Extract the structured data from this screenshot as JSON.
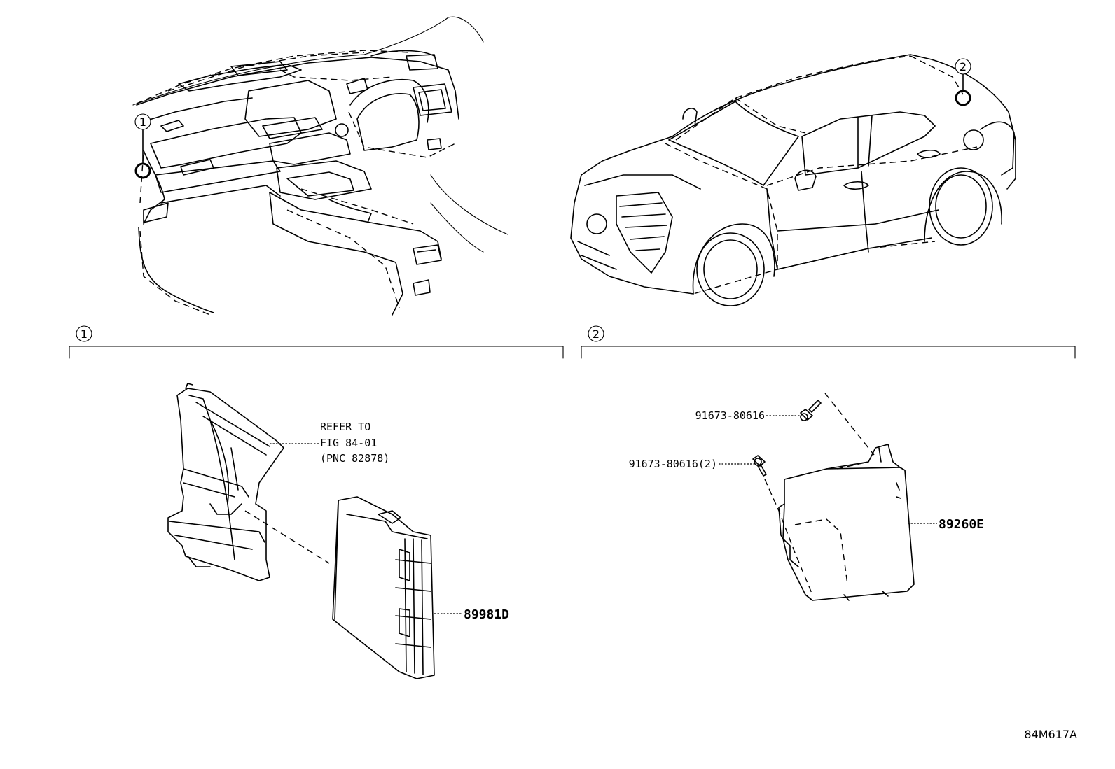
{
  "callouts": {
    "one": "1",
    "two": "2"
  },
  "parts": {
    "bracket_ref_line1": "REFER TO",
    "bracket_ref_line2": "FIG 84-01",
    "bracket_ref_line3": "(PNC 82878)",
    "module_left": "89981D",
    "bolt_upper": "91673-80616",
    "bolt_lower": "91673-80616(2)",
    "module_right": "89260E"
  },
  "figure_code": "84M617A"
}
